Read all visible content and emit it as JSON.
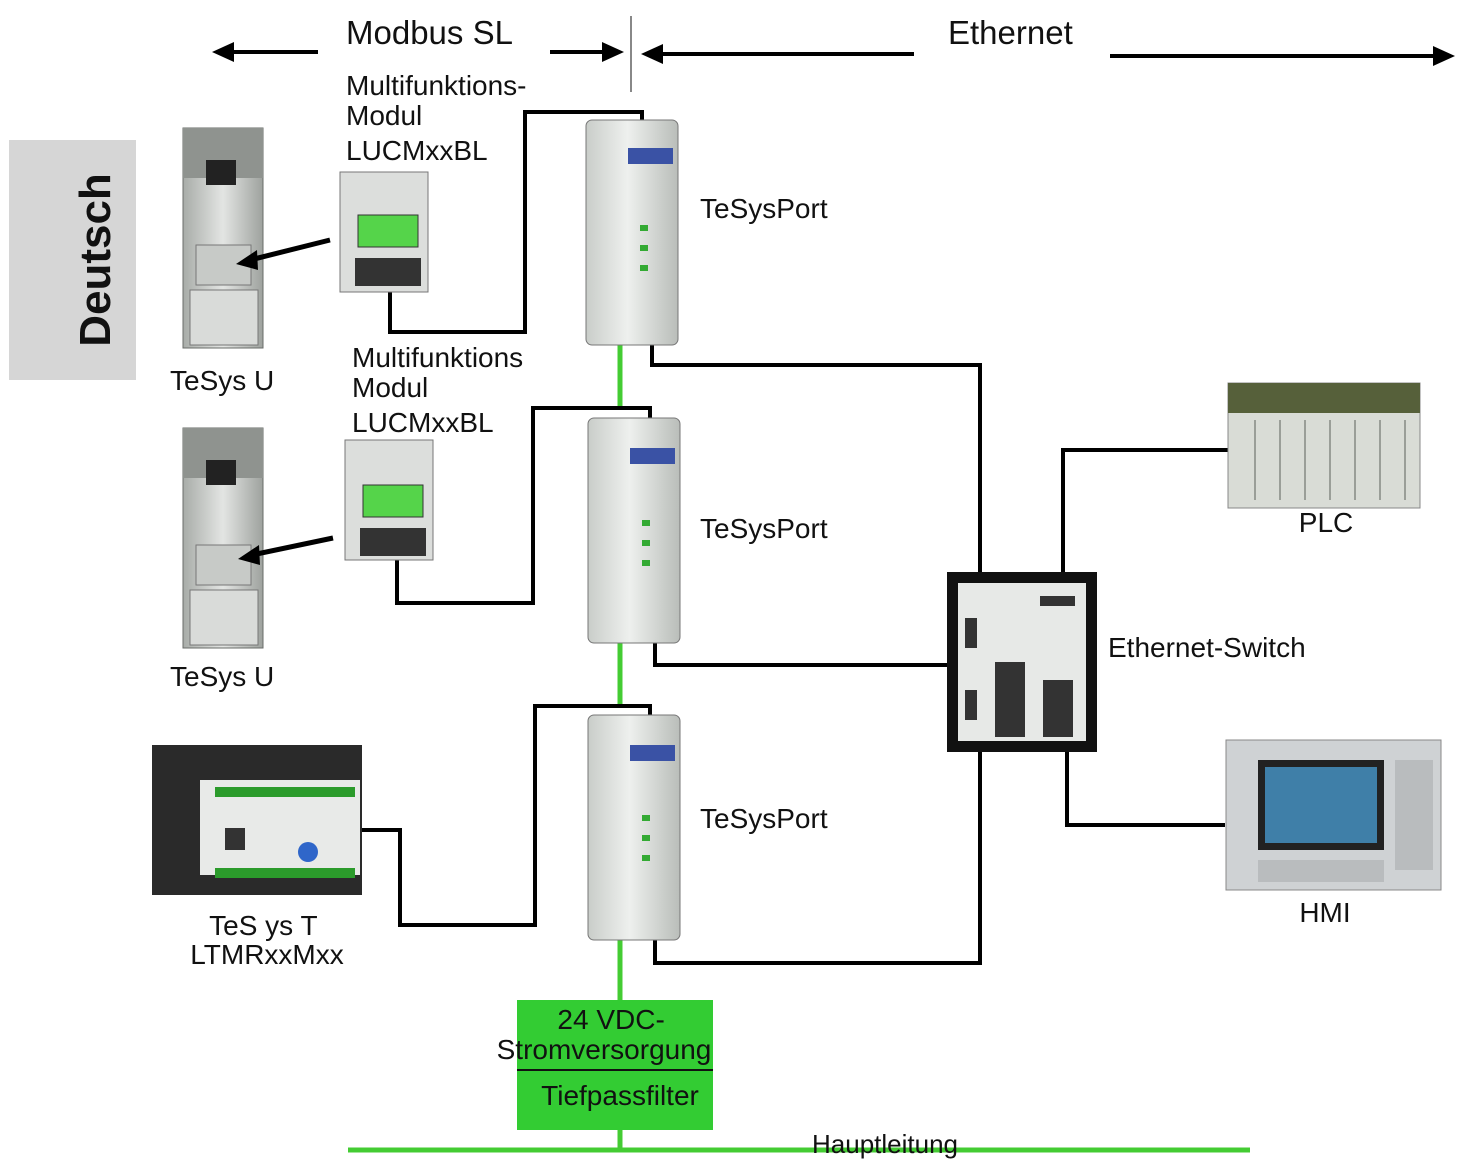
{
  "header": {
    "modbus": "Modbus SL",
    "ethernet": "Ethernet"
  },
  "side_tab": "Deutsch",
  "modules": {
    "mfm1": [
      "Multifunktions-",
      "Modul",
      "LUCMxxBL"
    ],
    "mfm2": [
      "Multifunktions",
      "Modul",
      "LUCMxxBL"
    ]
  },
  "devices": {
    "tesys_u_1": "TeSys  U",
    "tesys_u_2": "TeSys U",
    "tesys_t": [
      "TeS ys T",
      "LTMRxxMxx"
    ],
    "tesysport_1": "TeSysPort",
    "tesysport_2": "TeSysPort",
    "tesysport_3": "TeSysPort",
    "switch": "Ethernet-Switch",
    "plc": "PLC",
    "hmi": "HMI"
  },
  "power": {
    "supply": [
      "24 VDC-",
      "Stromversorgung"
    ],
    "filter": "Tiefpassfilter",
    "mainline": "Hauptleitung"
  },
  "colors": {
    "power_line": "#44cc33",
    "power_box": "#33cc33",
    "tab_bg": "#d6d6d6",
    "cable": "#000000"
  }
}
